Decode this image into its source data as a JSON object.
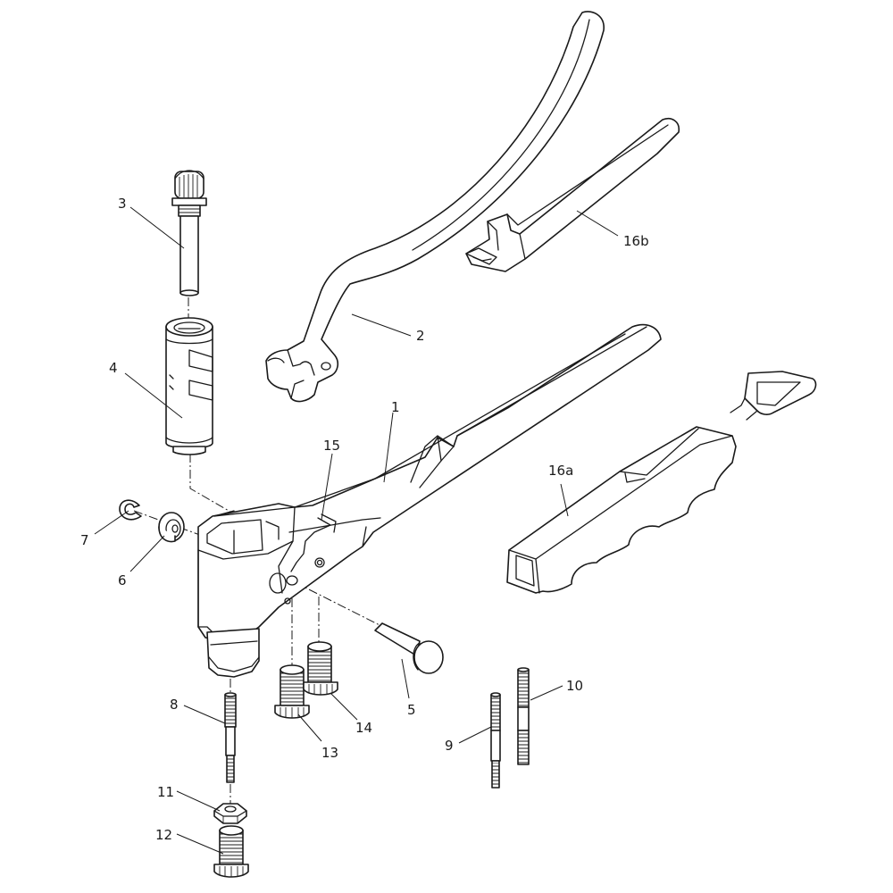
{
  "labels": {
    "p1": "1",
    "p2": "2",
    "p3": "3",
    "p4": "4",
    "p5": "5",
    "p6": "6",
    "p7": "7",
    "p8": "8",
    "p9": "9",
    "p10": "10",
    "p11": "11",
    "p12": "12",
    "p13": "13",
    "p14": "14",
    "p15": "15",
    "p16a": "16a",
    "p16b": "16b"
  },
  "colors": {
    "ink": "#1a1a1a",
    "paper": "#ffffff"
  }
}
